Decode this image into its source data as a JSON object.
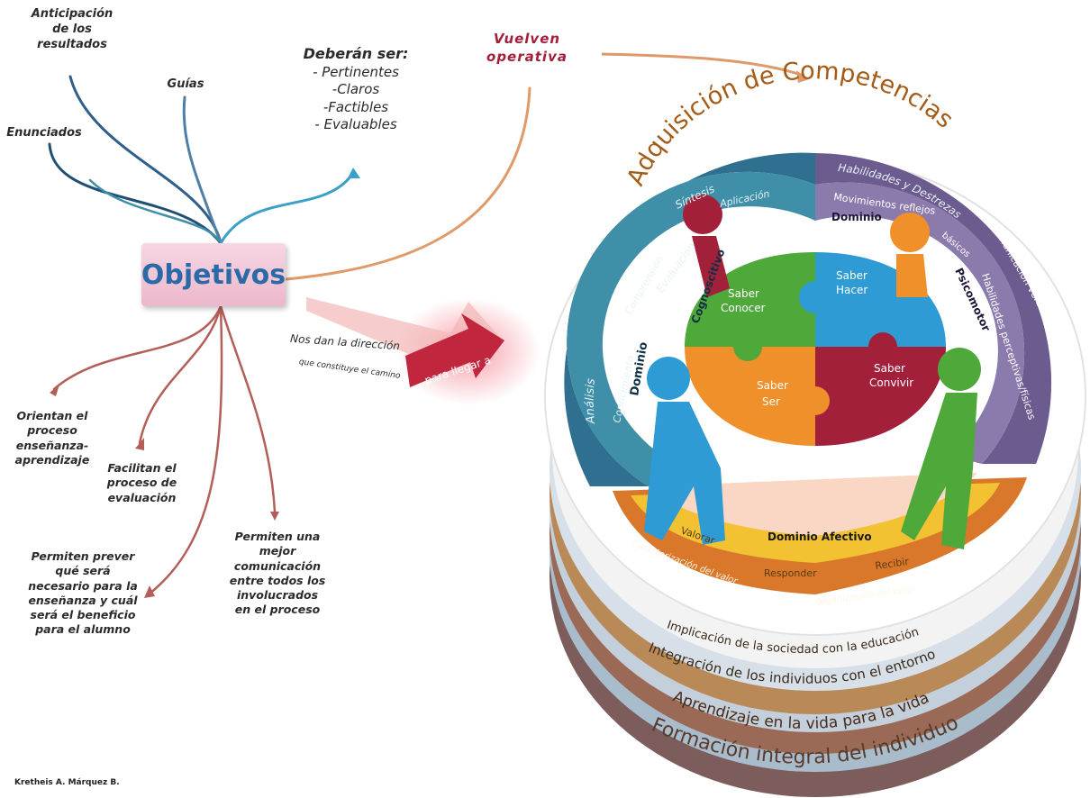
{
  "mindmap": {
    "center": "Objetivos",
    "top_branches": [
      {
        "id": "anticipacion",
        "text": "Anticipación\nde los\nresultados"
      },
      {
        "id": "guias",
        "text": "Guías"
      },
      {
        "id": "enunciados",
        "text": "Enunciados"
      }
    ],
    "deberan": {
      "heading": "Deberán ser:",
      "items": [
        "- Pertinentes",
        "-Claros",
        "-Factibles",
        "- Evaluables"
      ]
    },
    "vuelven": "Vuelven\noperativa",
    "arrow_caption_1": "Nos dan la dirección",
    "arrow_caption_2": "que constituye el camino",
    "arrow_tag": "para llegar a",
    "bottom_branches": [
      {
        "id": "orientan",
        "text": "Orientan el\nproceso\nenseñanza-\naprendizaje"
      },
      {
        "id": "facilitan",
        "text": "Facilitan el\nproceso de\nevaluación"
      },
      {
        "id": "prever",
        "text": "Permiten prever\nqué será\nnecesario para la\nenseñanza y cuál\nserá el beneficio\npara el alumno"
      },
      {
        "id": "comunicacion",
        "text": "Permiten una\nmejor\ncomunicación\nentre todos los\ninvolucrados\nen el proceso"
      }
    ],
    "author": "Kretheis A. Márquez B."
  },
  "competencias": {
    "title": "Adquisición de Competencias",
    "cognitive": {
      "domain": "Dominio",
      "domain_name": "Cognoscitivo",
      "terms": [
        "Análisis",
        "Evaluación",
        "Síntesis",
        "Aplicación",
        "Conocimiento",
        "Comprensión"
      ]
    },
    "psychomotor": {
      "domain": "Dominio",
      "domain_name": "Psicomotor",
      "terms": [
        "Habilidades y Destrezas",
        "Movimientos reflejos",
        "básicos",
        "Comunicación verbal",
        "Habilidades perceptivas/físicas"
      ]
    },
    "affective": {
      "domain": "Dominio Afectivo",
      "terms": [
        "Valorar",
        "Responder",
        "Recibir",
        "Caracterización del valor",
        "Organización del valor"
      ]
    },
    "puzzle": [
      {
        "id": "conocer",
        "text": "Saber\nConocer"
      },
      {
        "id": "hacer",
        "text": "Saber\nHacer"
      },
      {
        "id": "ser",
        "text": "Saber\nSer"
      },
      {
        "id": "convivir",
        "text": "Saber\nConvivir"
      }
    ],
    "layers": [
      "Implicación de la sociedad con la educación",
      "Integración de los individuos con el entorno",
      "Aprendizaje en la vida para la vida",
      "Formación integral del individuo"
    ]
  },
  "colors": {
    "cognitive": "#2f6f8f",
    "psychomotor": "#6b5b8f",
    "affective": "#d9782a",
    "green": "#4fa83a",
    "blue": "#2f9bd4",
    "orange": "#f0902a",
    "crimson": "#a3203b",
    "tag": "#c0273f"
  }
}
